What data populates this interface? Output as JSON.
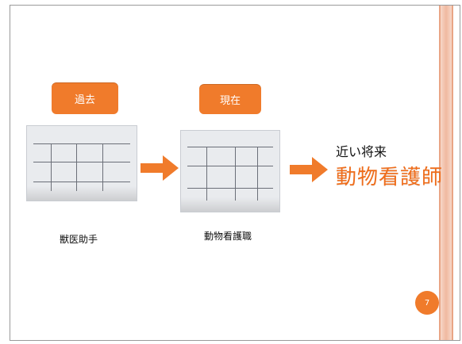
{
  "slide": {
    "left_badge_label": "過去",
    "mid_badge_label": "現在",
    "left_caption": "獣医助手",
    "mid_caption": "動物看護職",
    "future_prefix": "近い将来",
    "future_title": "動物看護師",
    "page_number": "7",
    "colors": {
      "accent": "#f07b2b",
      "accent_text": "#ef6d1b",
      "rail": "#f0b9a0"
    },
    "icons": {
      "arrow": "right-arrow-icon"
    }
  }
}
